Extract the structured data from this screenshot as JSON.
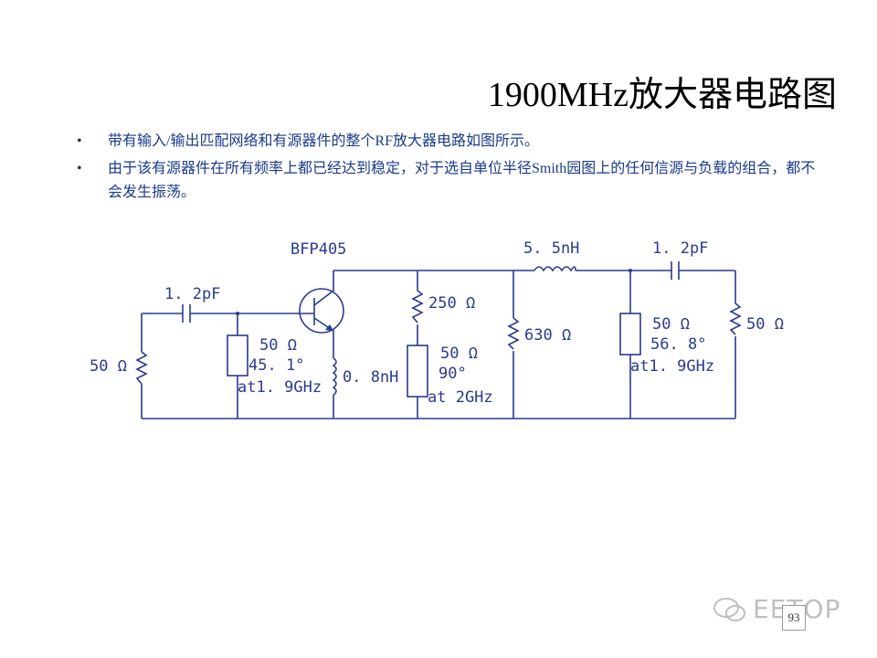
{
  "slide": {
    "title": "1900MHz放大器电路图",
    "bullets": [
      "带有输入/输出匹配网络和有源器件的整个RF放大器电路如图所示。",
      "由于该有源器件在所有频率上都已经达到稳定，对于选自单位半径Smith园图上的任何信源与负载的组合，都不会发生振荡。"
    ],
    "bullet_symbol": "•",
    "page_number": "93",
    "watermark": "EETOP"
  },
  "circuit": {
    "transistor": "BFP405",
    "input_cap": "1. 2pF",
    "source_res": "50 Ω",
    "in_stub_l1": "50 Ω",
    "in_stub_l2": "45. 1°",
    "in_stub_l3": "at1. 9GHz",
    "emitter_ind": "0. 8nH",
    "bias_res": "250 Ω",
    "mid_stub_l1": "50 Ω",
    "mid_stub_l2": "90°",
    "mid_stub_l3": "at 2GHz",
    "shunt_res": "630 Ω",
    "series_ind": "5. 5nH",
    "output_cap": "1. 2pF",
    "out_stub_l1": "50 Ω",
    "out_stub_l2": "56. 8°",
    "out_stub_l3": "at1. 9GHz",
    "load_res": "50 Ω"
  },
  "colors": {
    "circuit": "#2a3a90",
    "bullet_text": "#1a3a8a"
  }
}
